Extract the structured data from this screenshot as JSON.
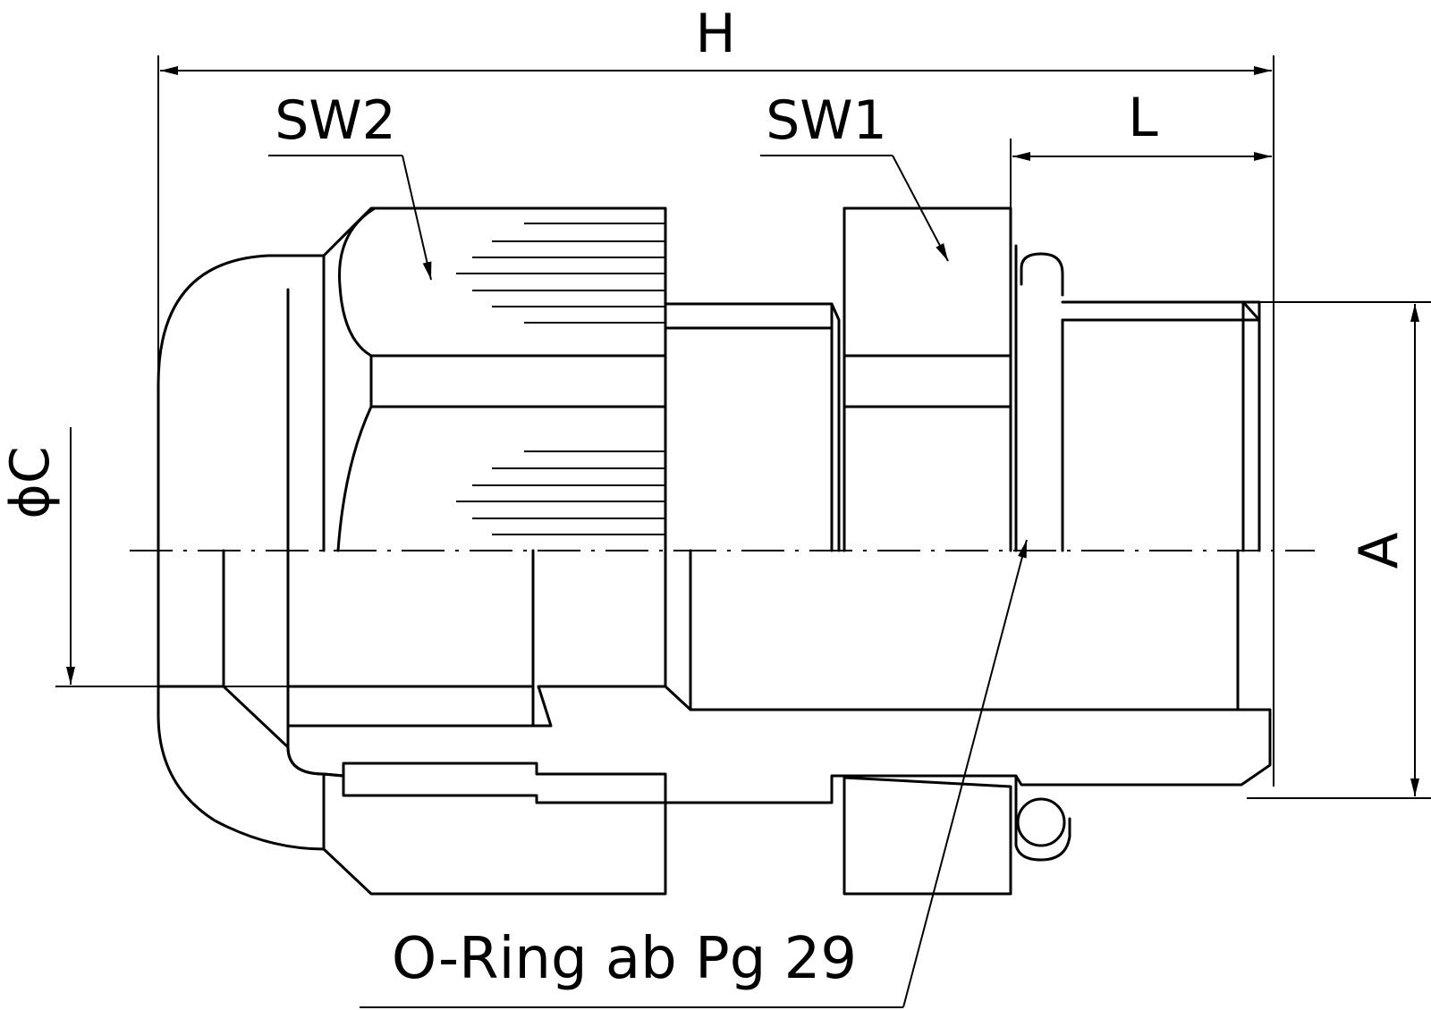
{
  "labels": {
    "H": "H",
    "SW2": "SW2",
    "SW1": "SW1",
    "L": "L",
    "phiC": "ϕC",
    "A": "A",
    "oring": "O-Ring ab Pg 29"
  }
}
